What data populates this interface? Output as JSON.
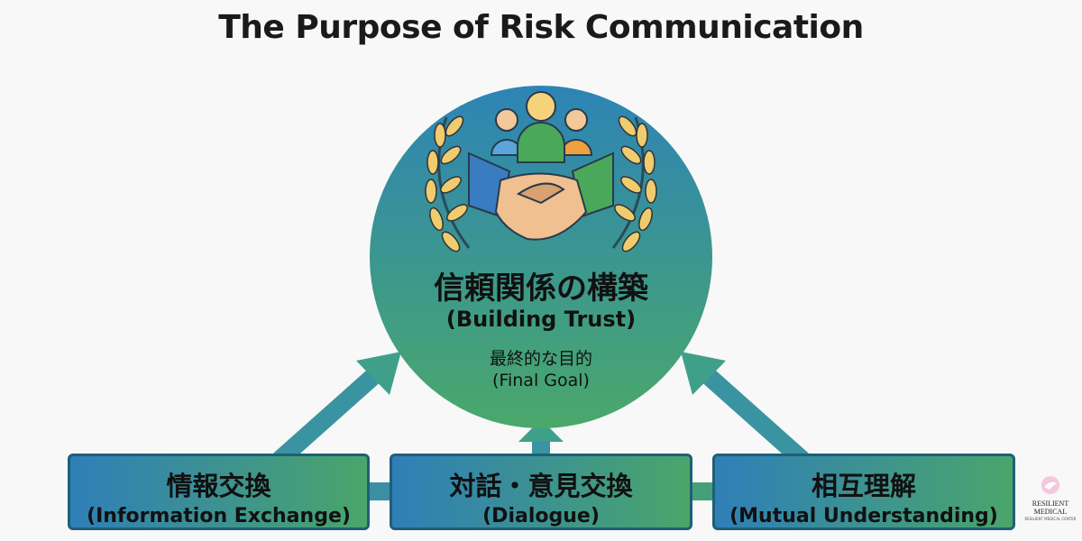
{
  "title": "The Purpose of Risk Communication",
  "center": {
    "jp": "信頼関係の構築",
    "en": "(Building Trust)",
    "sub_jp": "最終的な目的",
    "sub_en": "(Final Goal)"
  },
  "boxes": [
    {
      "jp": "情報交換",
      "en": "(Information Exchange)"
    },
    {
      "jp": "対話・意見交換",
      "en": "(Dialogue)"
    },
    {
      "jp": "相互理解",
      "en": "(Mutual Understanding)"
    }
  ],
  "logo": {
    "name": "RESILIENT MEDICAL",
    "sub": "RESILIENT MEDICAL CENTER"
  },
  "colors": {
    "blue": "#2f7fb8",
    "green": "#4aa56a",
    "border": "#1f5f78"
  }
}
